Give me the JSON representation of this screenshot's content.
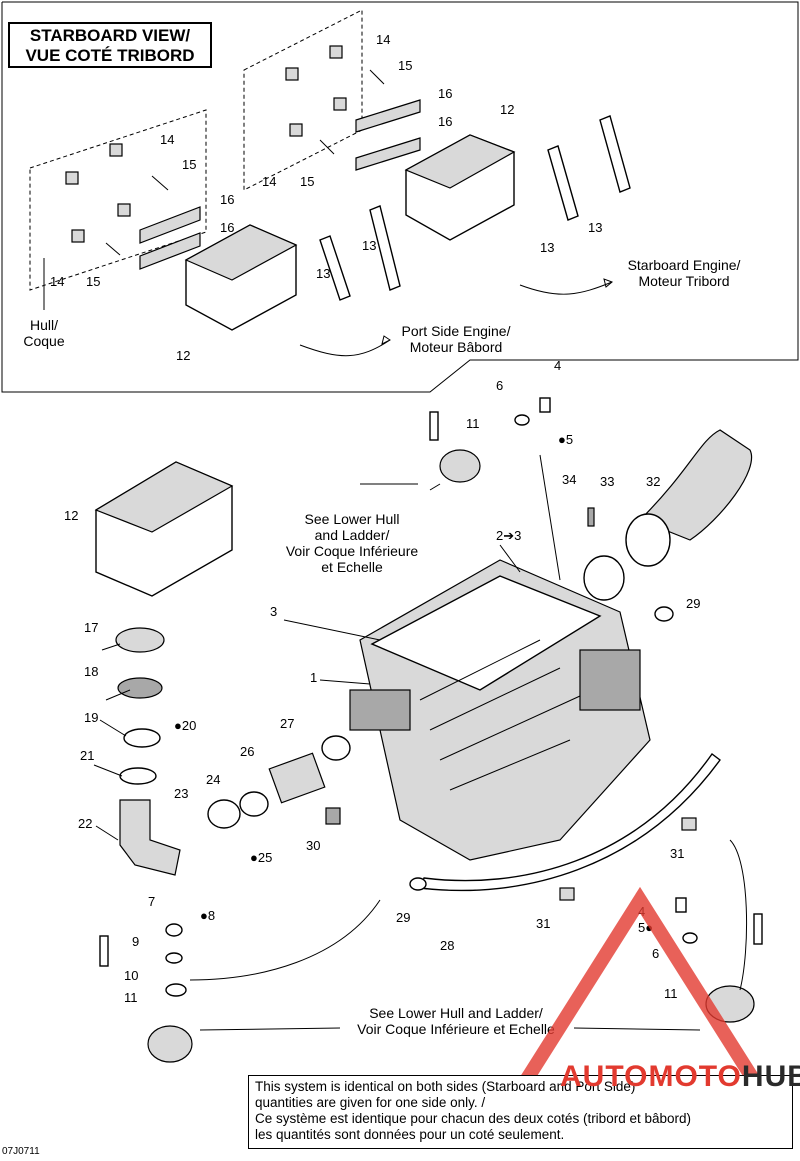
{
  "header": {
    "title_line1": "STARBOARD VIEW/",
    "title_line2": "VUE COTÉ TRIBORD"
  },
  "callouts": {
    "hull": [
      "Hull/",
      "Coque"
    ],
    "starboard_engine": [
      "Starboard Engine/",
      "Moteur Tribord"
    ],
    "port_engine": [
      "Port Side Engine/",
      "Moteur Bâbord"
    ],
    "lower_hull_upper": [
      "See Lower Hull",
      "and Ladder/",
      "Voir Coque Inférieure",
      "et Echelle"
    ],
    "lower_hull_lower": [
      "See Lower Hull and Ladder/",
      "Voir Coque Inférieure et Echelle"
    ]
  },
  "part_numbers": [
    "1",
    "2➔3",
    "3",
    "4",
    "5",
    "6",
    "7",
    "8",
    "10",
    "11",
    "12",
    "13",
    "14",
    "15",
    "16",
    "17",
    "18",
    "19",
    "20",
    "21",
    "22",
    "23",
    "24",
    "25",
    "26",
    "27",
    "28",
    "29",
    "30",
    "31",
    "32",
    "33",
    "34"
  ],
  "note": {
    "line1": "This system is identical on both sides (Starboard and Port Side)",
    "line2": "quantities are given for one side only. /",
    "line3": "Ce système est identique pour chacun des deux cotés (tribord et bâbord)",
    "line4": "les quantités sont données pour un coté seulement."
  },
  "figure_code": "07J0711",
  "watermark": {
    "part1": "AUTOMOTO",
    "part2": "HUB"
  },
  "colors": {
    "watermark_red": "#e23a2f",
    "watermark_dark": "#2a2a2a",
    "line": "#000000"
  }
}
